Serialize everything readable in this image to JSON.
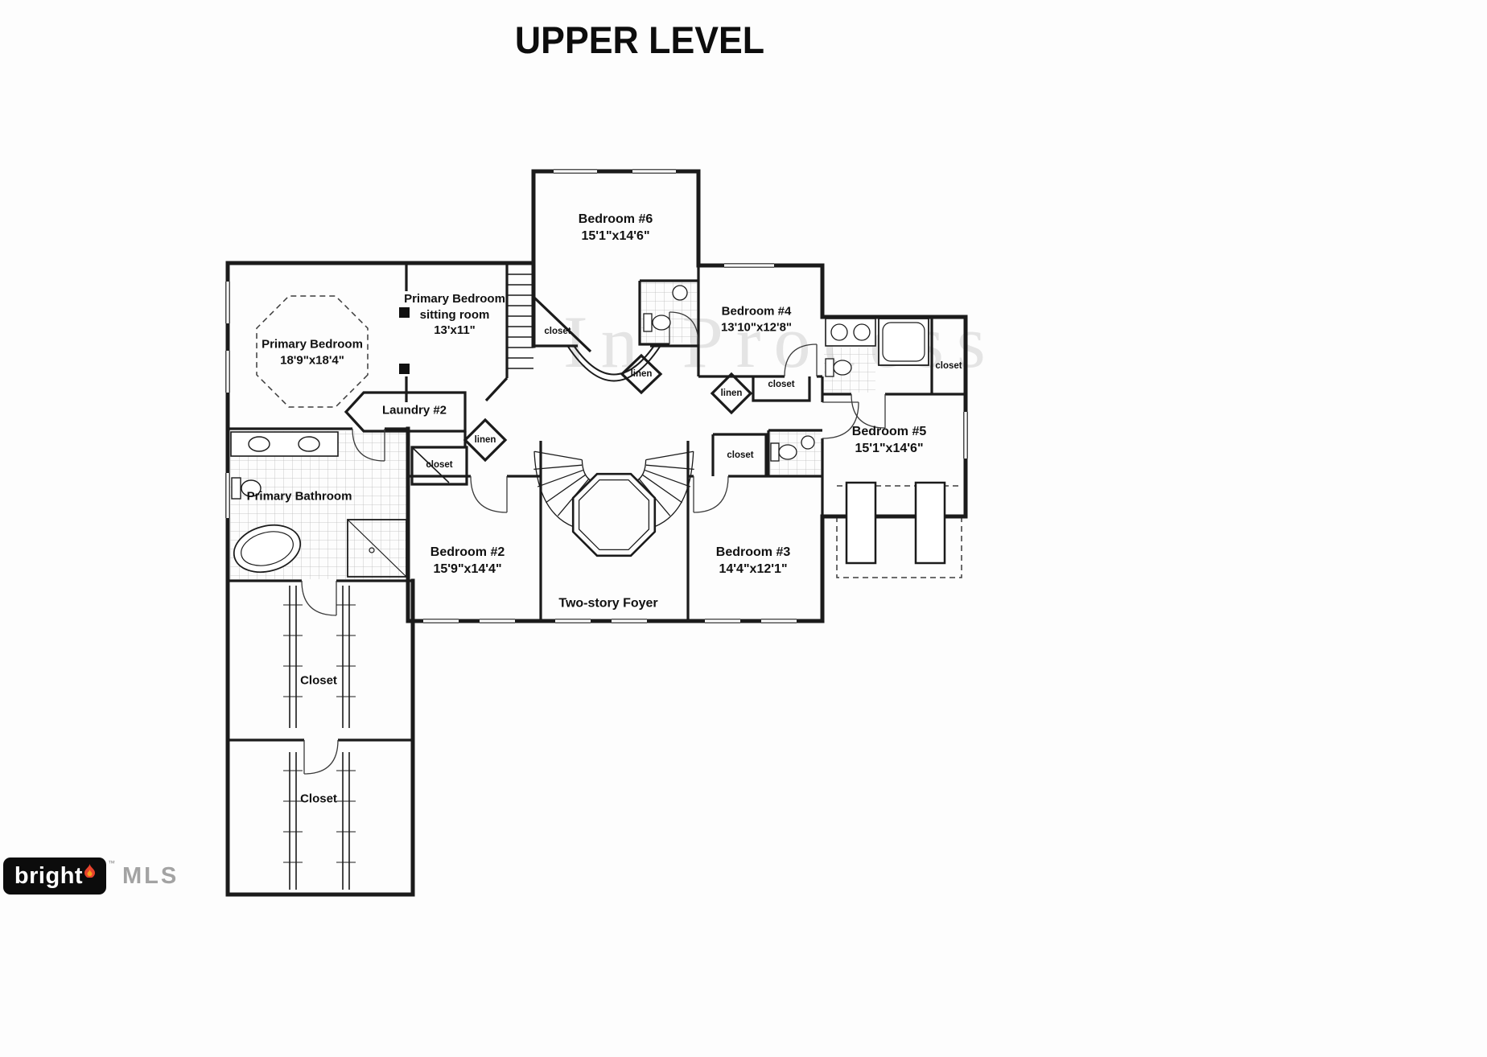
{
  "title": "UPPER LEVEL",
  "watermark": "In Process",
  "rooms": {
    "bedroom6": {
      "name": "Bedroom #6",
      "dims": "15'1\"x14'6\""
    },
    "primary_bedroom": {
      "name": "Primary Bedroom",
      "dims": "18'9\"x18'4\""
    },
    "sitting_room": {
      "line1": "Primary Bedroom",
      "line2": "sitting room",
      "dims": "13'x11\""
    },
    "bedroom4": {
      "name": "Bedroom #4",
      "dims": "13'10\"x12'8\""
    },
    "bedroom5": {
      "name": "Bedroom #5",
      "dims": "15'1\"x14'6\""
    },
    "laundry": {
      "name": "Laundry #2"
    },
    "primary_bathroom": {
      "name": "Primary Bathroom"
    },
    "bedroom2": {
      "name": "Bedroom #2",
      "dims": "15'9\"x14'4\""
    },
    "bedroom3": {
      "name": "Bedroom #3",
      "dims": "14'4\"x12'1\""
    },
    "foyer": {
      "name": "Two-story Foyer"
    }
  },
  "labels": {
    "closet_b6": "closet",
    "closet_b4": "closet",
    "closet_right": "closet",
    "closet_b2": "closet",
    "closet_b3": "closet",
    "linen_center": "linen",
    "linen_right": "linen",
    "linen_left": "linen",
    "closet_long_top": "Closet",
    "closet_long_bottom": "Closet"
  },
  "logo": {
    "brand": "bright",
    "suffix": "MLS",
    "trademark": "™"
  },
  "colors": {
    "wall": "#1b1b1b",
    "flame_outer": "#e8432d",
    "flame_inner": "#f7a01b"
  }
}
